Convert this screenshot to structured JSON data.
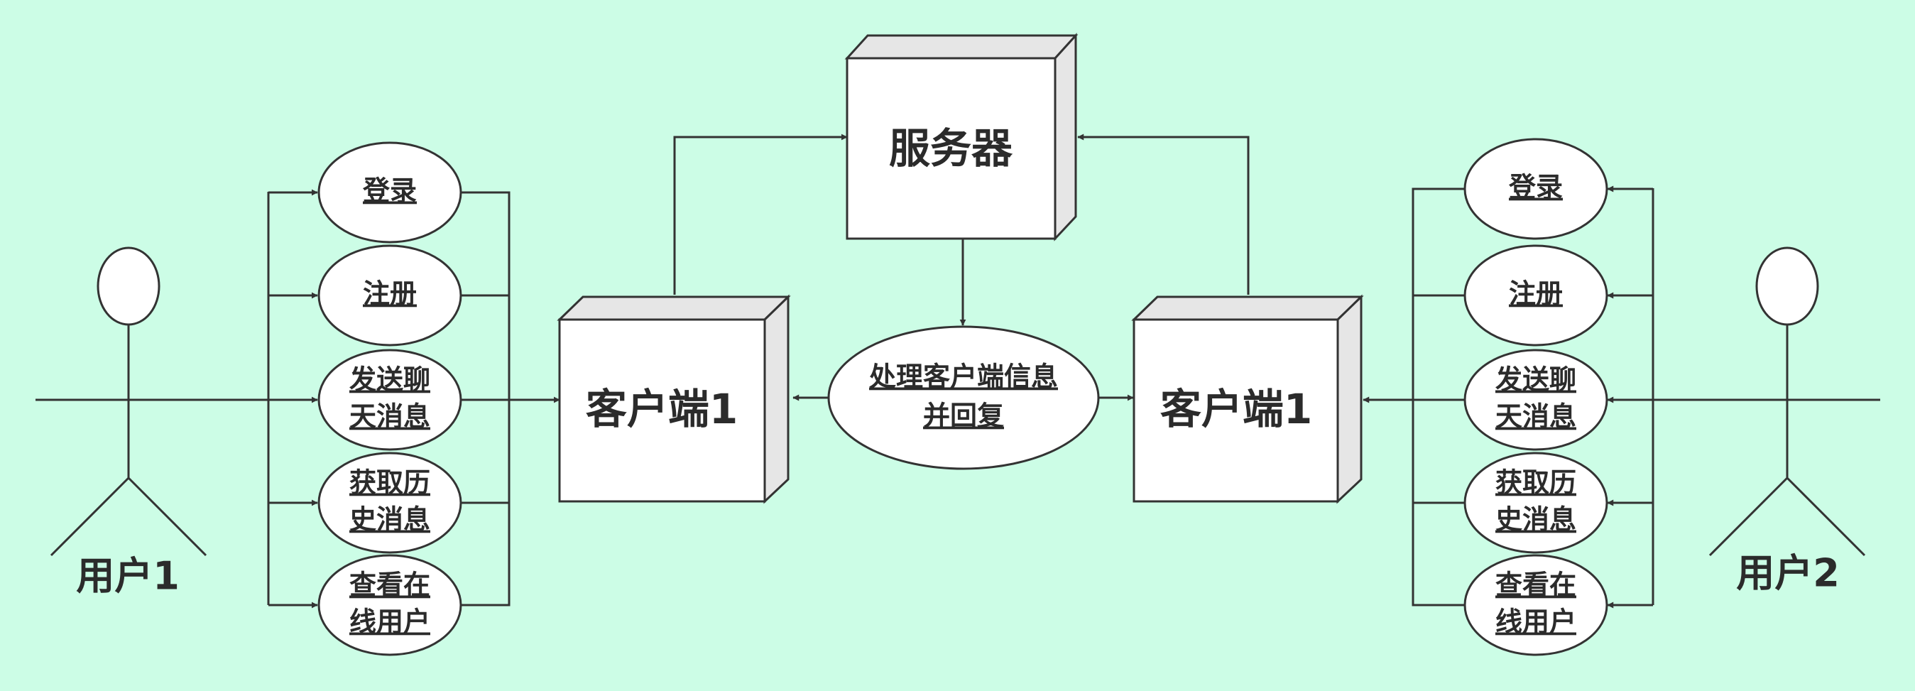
{
  "colors": {
    "background": "#ccfde6",
    "stroke": "#333333",
    "box_side": "#e6e6e6",
    "text": "#2b2b2b"
  },
  "nodes": {
    "server": "服务器",
    "client_left": "客户端1",
    "client_right": "客户端1",
    "process": [
      "处理客户端信息",
      "并回复"
    ]
  },
  "actors": {
    "left": "用户1",
    "right": "用户2"
  },
  "use_cases": {
    "left": [
      [
        "登录"
      ],
      [
        "注册"
      ],
      [
        "发送聊",
        "天消息"
      ],
      [
        "获取历",
        "史消息"
      ],
      [
        "查看在",
        "线用户"
      ]
    ],
    "right": [
      [
        "登录"
      ],
      [
        "注册"
      ],
      [
        "发送聊",
        "天消息"
      ],
      [
        "获取历",
        "史消息"
      ],
      [
        "查看在",
        "线用户"
      ]
    ]
  }
}
